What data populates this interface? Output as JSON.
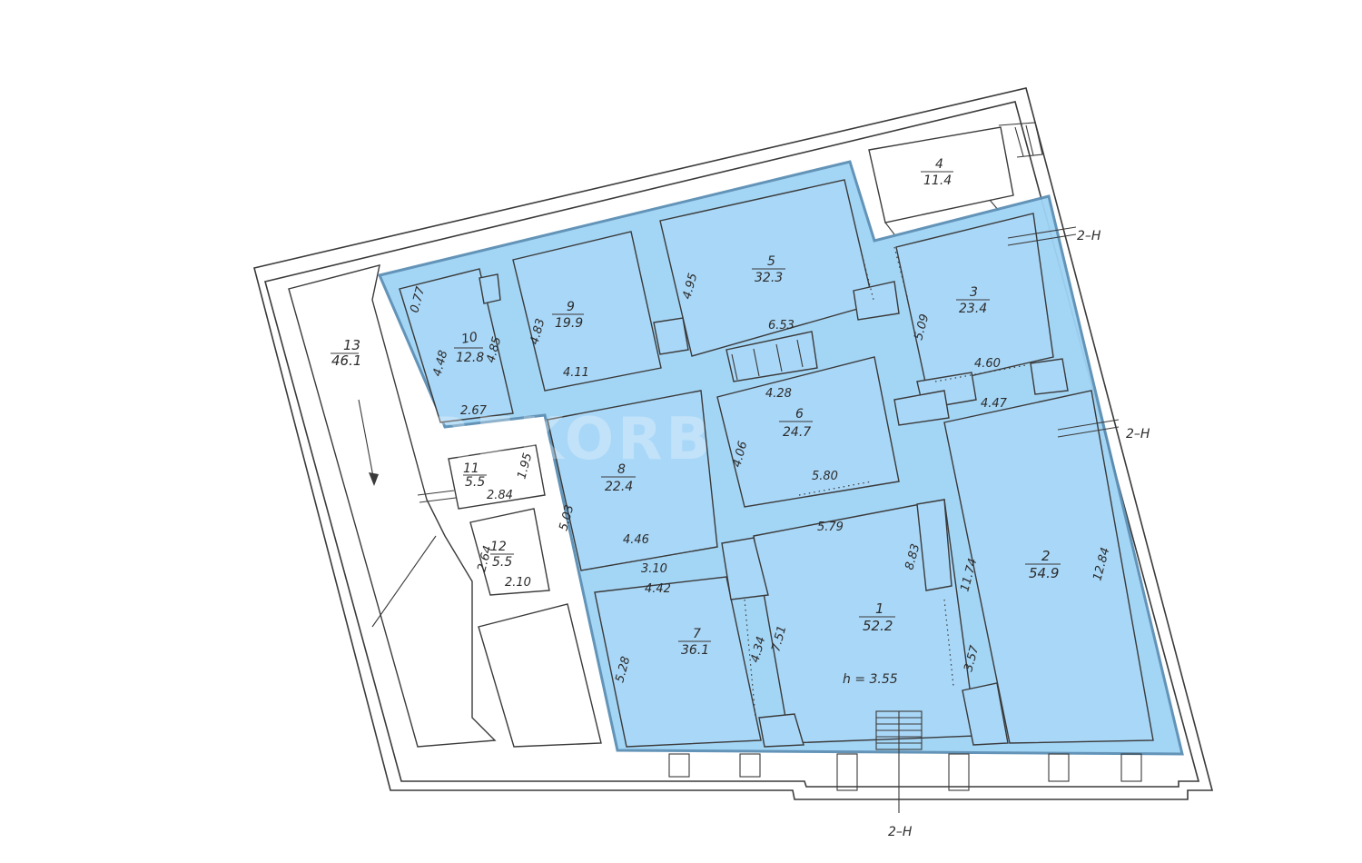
{
  "watermark": "REKORB",
  "rooms": [
    {
      "id": "1",
      "area": "52.2"
    },
    {
      "id": "2",
      "area": "54.9"
    },
    {
      "id": "3",
      "area": "23.4"
    },
    {
      "id": "4",
      "area": "11.4"
    },
    {
      "id": "5",
      "area": "32.3"
    },
    {
      "id": "6",
      "area": "24.7"
    },
    {
      "id": "7",
      "area": "36.1"
    },
    {
      "id": "8",
      "area": "22.4"
    },
    {
      "id": "9",
      "area": "19.9"
    },
    {
      "id": "10",
      "area": "12.8"
    },
    {
      "id": "11",
      "area": "5.5"
    },
    {
      "id": "12",
      "area": "5.5"
    },
    {
      "id": "13",
      "area": "46.1"
    }
  ],
  "dimensions": {
    "r10_left": "4.48",
    "r10_right": "4.85",
    "r10_top": "0.77",
    "r10_bottom": "2.67",
    "r9_left": "4.83",
    "r9_bottom": "4.11",
    "r5_left": "4.95",
    "r5_bottom": "6.53",
    "r3_left": "5.09",
    "r3_bottom": "4.60",
    "r6_top": "4.28",
    "r6_left": "4.06",
    "r6_bottom": "5.80",
    "r8_left": "5.03",
    "r8_bottom": "4.46",
    "r11_right": "1.95",
    "r11_bottom": "2.84",
    "r12_left": "2.64",
    "r12_bottom": "2.10",
    "r7_top": "3.10",
    "r7_top2": "4.42",
    "r7_left": "5.28",
    "r7_right": "4.34",
    "r1_top": "5.79",
    "r1_left": "7.51",
    "r1_right": "8.83",
    "r2_top": "4.47",
    "r2_left": "11.74",
    "r2_inner": "3.57",
    "r2_right": "12.84"
  },
  "height_note": "h = 3.55",
  "exits": {
    "right_top": "2–Н",
    "right_mid": "2–Н",
    "bottom": "2–Н"
  }
}
